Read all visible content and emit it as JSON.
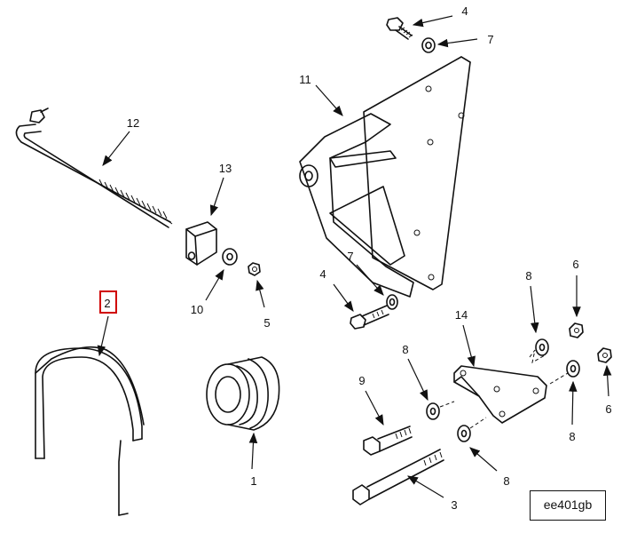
{
  "figure_id": "ee401gb",
  "highlighted_callout": "2",
  "colors": {
    "line": "#111111",
    "highlight": "#d00000",
    "background": "#ffffff"
  },
  "callouts": {
    "c1": "1",
    "c2": "2",
    "c3": "3",
    "c4a": "4",
    "c4b": "4",
    "c5": "5",
    "c6a": "6",
    "c6b": "6",
    "c7a": "7",
    "c7b": "7",
    "c8a": "8",
    "c8b": "8",
    "c8c": "8",
    "c8d": "8",
    "c9": "9",
    "c10": "10",
    "c11": "11",
    "c12": "12",
    "c13": "13",
    "c14": "14"
  }
}
